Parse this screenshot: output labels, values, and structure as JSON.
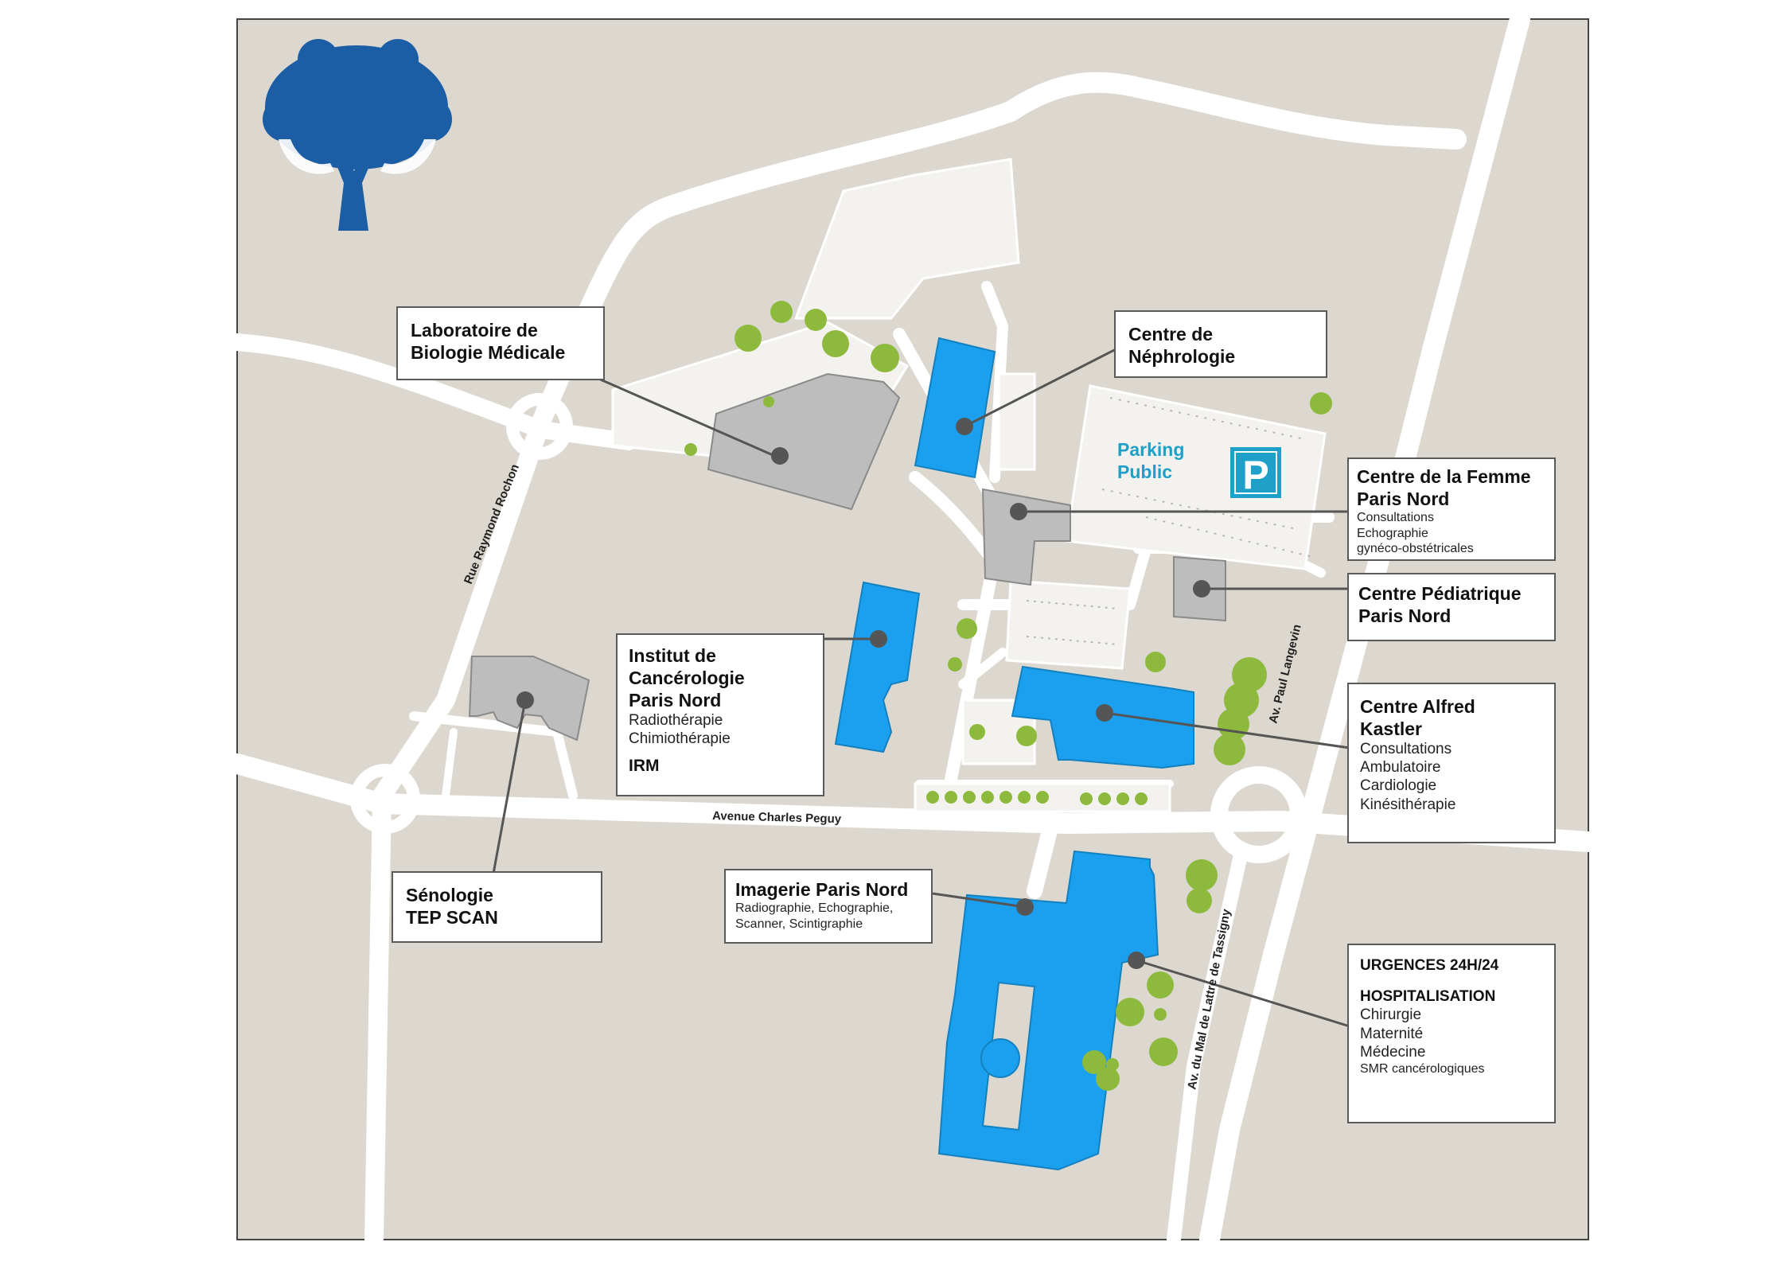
{
  "map": {
    "colors": {
      "land": "#dcd8cf",
      "road": "#ffffff",
      "building_primary": "#1aa0ee",
      "building_secondary": "#bdbdbd",
      "tree": "#8dba3c",
      "logo": "#1c5ea6",
      "parking_sign": "#1ea0c8",
      "leader": "#555555"
    },
    "logo_icon": "tree-hands-logo-icon",
    "roads": {
      "rue_raymond_rochon": "Rue Raymond Rochon",
      "avenue_charles_peguy": "Avenue Charles Peguy",
      "av_paul_langevin": "Av. Paul Langevin",
      "av_mal_lattre": "Av. du Mal de Lattre de Tassigny"
    },
    "parking": {
      "line1": "Parking",
      "line2": "Public",
      "sign": "P"
    },
    "labels": {
      "laboratoire": {
        "title1": "Laboratoire de",
        "title2": "Biologie Médicale"
      },
      "nephrologie": {
        "title1": "Centre de",
        "title2": "Néphrologie"
      },
      "femme": {
        "title1": "Centre de la Femme",
        "title2": "Paris Nord",
        "items": [
          "Consultations",
          "Echographie",
          "gynéco-obstétricales"
        ]
      },
      "pediatrique": {
        "title1": "Centre Pédiatrique",
        "title2": "Paris Nord"
      },
      "alfred": {
        "title1": "Centre Alfred",
        "title2": "Kastler",
        "items": [
          "Consultations",
          "Ambulatoire",
          "Cardiologie",
          "Kinésithérapie"
        ]
      },
      "cancerologie": {
        "title1": "Institut de",
        "title2": "Cancérologie",
        "title3": "Paris Nord",
        "items": [
          "Radiothérapie",
          "Chimiothérapie"
        ],
        "extra": "IRM"
      },
      "senologie": {
        "title1": "Sénologie",
        "title2": "TEP SCAN"
      },
      "imagerie": {
        "title": "Imagerie Paris Nord",
        "items": [
          "Radiographie, Echographie,",
          "Scanner, Scintigraphie"
        ]
      },
      "urgences": {
        "title1": "URGENCES 24H/24",
        "title2": "HOSPITALISATION",
        "items": [
          "Chirurgie",
          "Maternité",
          "Médecine",
          "SMR cancérologiques"
        ]
      }
    }
  }
}
